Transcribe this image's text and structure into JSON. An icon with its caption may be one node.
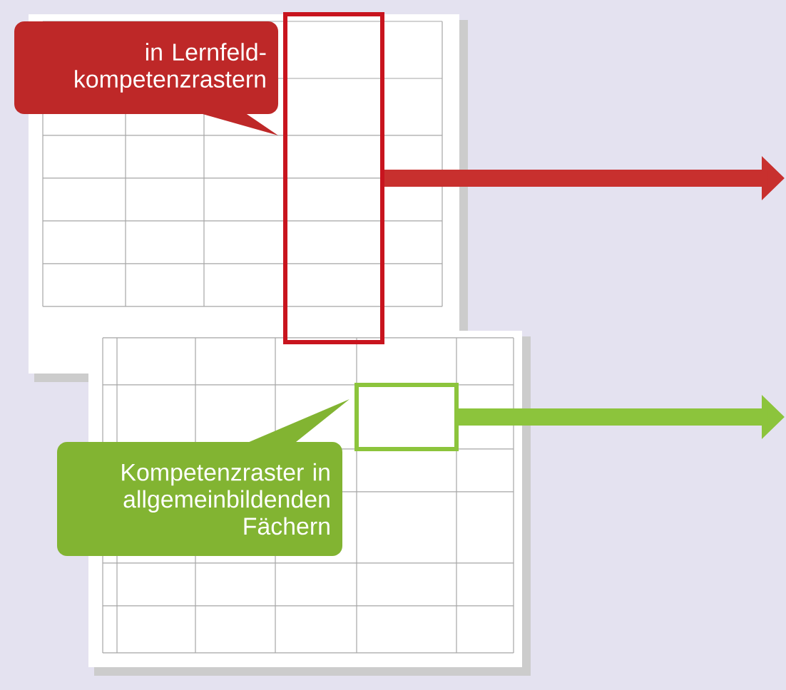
{
  "diagram": {
    "nodes": [
      {
        "text": [
          "in Lernfeld-kompetenzrastern"
        ]
      },
      {
        "text": [],
        "shape": "box"
      },
      {
        "text": [],
        "shape": "box"
      },
      {
        "text": [
          "Kompetenzraster in allgemeinbildenden Fächern"
        ]
      }
    ],
    "edges": [
      {
        "from": 1,
        "to": null,
        "arrow": "to",
        "color": "#c8302e"
      },
      {
        "from": 2,
        "to": null,
        "arrow": "to",
        "color": "#8cc43c"
      }
    ]
  }
}
